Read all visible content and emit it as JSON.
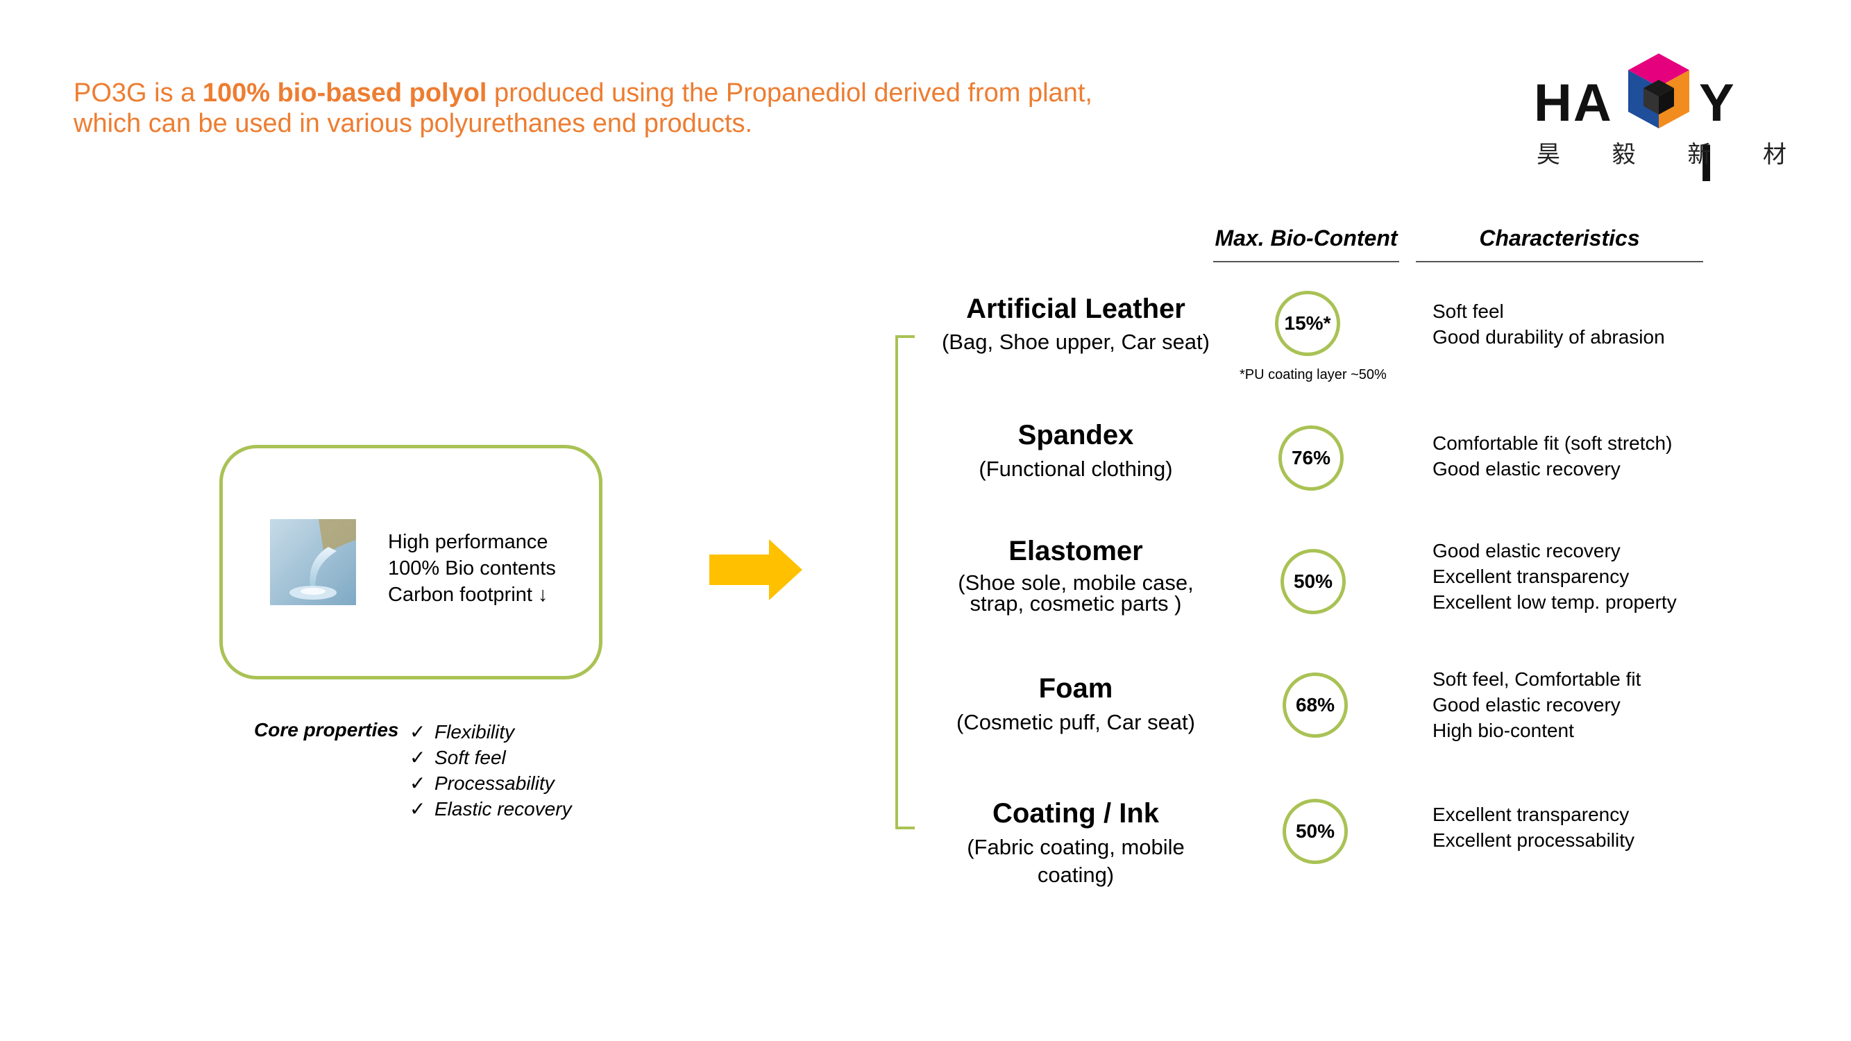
{
  "headline": {
    "prefix": "PO3G is a ",
    "highlight": "100% bio-based polyol",
    "rest": " produced using the Propanediol derived from plant,",
    "line2": "which can be used in various polyurethanes end products."
  },
  "logo": {
    "left_text": "HA",
    "right_text": "Y I",
    "chinese": [
      "昊",
      "毅",
      "新",
      "材"
    ],
    "colors": {
      "top": "#E5007E",
      "left": "#1F4E9B",
      "right": "#F28C1E",
      "dark": "#1a1a1a"
    }
  },
  "core_box": {
    "lines": [
      "High performance",
      "100% Bio contents",
      "Carbon footprint ↓"
    ]
  },
  "core_properties": {
    "label": "Core properties",
    "check": "✓",
    "items": [
      "Flexibility",
      "Soft feel",
      "Processability",
      "Elastic recovery"
    ]
  },
  "table": {
    "bio_header": "Max. Bio-Content",
    "char_header": "Characteristics",
    "footnote": "*PU coating layer ~50%",
    "rows": [
      {
        "title": "Artificial Leather",
        "subtitle": [
          "(Bag, Shoe upper, Car seat)"
        ],
        "bio": "15%*",
        "characteristics": [
          "Soft feel",
          "Good durability of abrasion"
        ]
      },
      {
        "title": "Spandex",
        "subtitle": [
          "(Functional clothing)"
        ],
        "bio": "76%",
        "characteristics": [
          "Comfortable fit (soft stretch)",
          "Good elastic recovery"
        ]
      },
      {
        "title": "Elastomer",
        "subtitle": [
          "(Shoe sole, mobile case,",
          "strap, cosmetic parts )"
        ],
        "bio": "50%",
        "characteristics": [
          "Good elastic recovery",
          "Excellent transparency",
          "Excellent low temp. property"
        ]
      },
      {
        "title": "Foam",
        "subtitle": [
          "(Cosmetic puff, Car seat)"
        ],
        "bio": "68%",
        "characteristics": [
          "Soft feel, Comfortable fit",
          "Good elastic recovery",
          "High bio-content"
        ]
      },
      {
        "title": "Coating / Ink",
        "subtitle": [
          "(Fabric coating, mobile",
          "coating)"
        ],
        "bio": "50%",
        "characteristics": [
          "Excellent transparency",
          "Excellent processability"
        ]
      }
    ]
  },
  "colors": {
    "accent_orange": "#ED7D31",
    "green": "#A9C255",
    "arrow_yellow": "#FFC000"
  }
}
